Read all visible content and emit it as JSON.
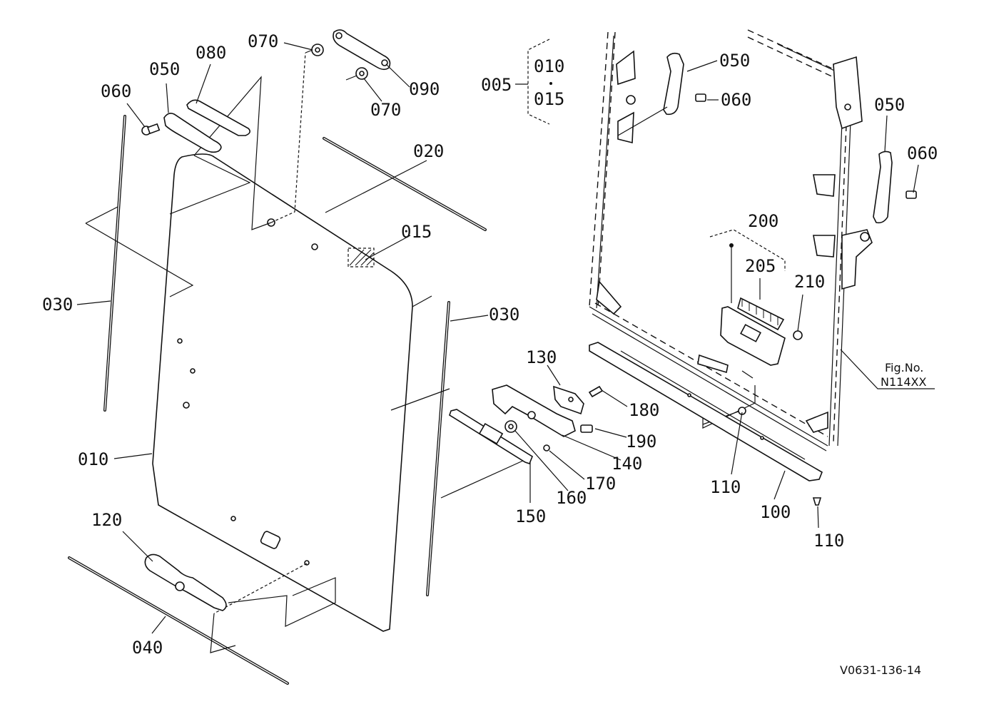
{
  "diagram": {
    "figure_code": "V0631-136-14",
    "reference_box": {
      "line1": "Fig.No.",
      "line2": "N114XX"
    },
    "group_005": {
      "label": "005",
      "items": [
        "010",
        "015"
      ]
    },
    "labels": {
      "p070a": "070",
      "p080": "080",
      "p050a": "050",
      "p060a": "060",
      "p090": "090",
      "p070b": "070",
      "p020": "020",
      "p015": "015",
      "p030a": "030",
      "p030b": "030",
      "p010": "010",
      "p120": "120",
      "p040": "040",
      "p050b": "050",
      "p060b": "060",
      "p050c": "050",
      "p060c": "060",
      "p200": "200",
      "p205": "205",
      "p210": "210",
      "p130": "130",
      "p180": "180",
      "p190": "190",
      "p140": "140",
      "p170": "170",
      "p160": "160",
      "p150": "150",
      "p110a": "110",
      "p100": "100",
      "p110b": "110"
    }
  }
}
